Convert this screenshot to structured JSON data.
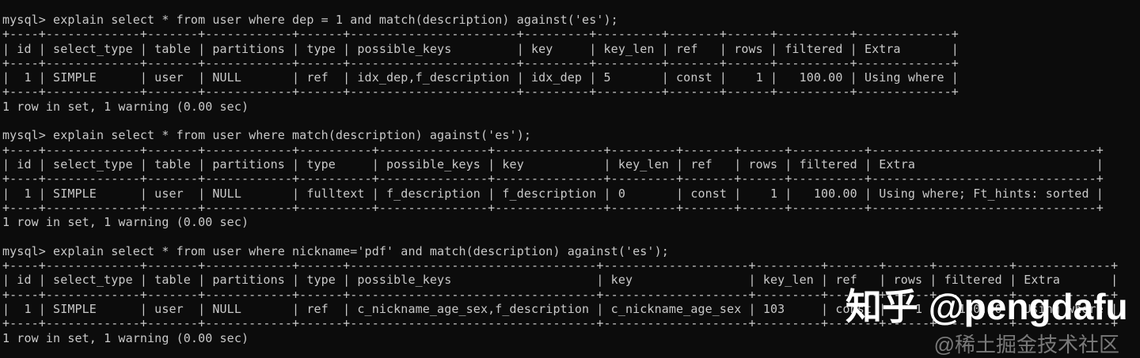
{
  "app": {
    "kind": "mysql-terminal",
    "background_color": "#0c0c0c",
    "text_color": "#c9c9c9",
    "watermark_color": "#ffffff",
    "watermark_secondary_color": "#999999"
  },
  "terminal": {
    "prompt": "mysql>",
    "blocks": [
      {
        "query": "explain select * from user where dep = 1 and match(description) against('es');",
        "columns": [
          "id",
          "select_type",
          "table",
          "partitions",
          "type",
          "possible_keys",
          "key",
          "key_len",
          "ref",
          "rows",
          "filtered",
          "Extra"
        ],
        "rows": [
          [
            "1",
            "SIMPLE",
            "user",
            "NULL",
            "ref",
            "idx_dep,f_description",
            "idx_dep",
            "5",
            "const",
            "1",
            "100.00",
            "Using where"
          ]
        ],
        "right_aligned_columns": [
          "id",
          "rows",
          "filtered"
        ],
        "footer": "1 row in set, 1 warning (0.00 sec)"
      },
      {
        "query": "explain select * from user where match(description) against('es');",
        "columns": [
          "id",
          "select_type",
          "table",
          "partitions",
          "type",
          "possible_keys",
          "key",
          "key_len",
          "ref",
          "rows",
          "filtered",
          "Extra"
        ],
        "rows": [
          [
            "1",
            "SIMPLE",
            "user",
            "NULL",
            "fulltext",
            "f_description",
            "f_description",
            "0",
            "const",
            "1",
            "100.00",
            "Using where; Ft_hints: sorted"
          ]
        ],
        "right_aligned_columns": [
          "id",
          "rows",
          "filtered"
        ],
        "footer": "1 row in set, 1 warning (0.00 sec)"
      },
      {
        "query": "explain select * from user where nickname='pdf' and match(description) against('es');",
        "columns": [
          "id",
          "select_type",
          "table",
          "partitions",
          "type",
          "possible_keys",
          "key",
          "key_len",
          "ref",
          "rows",
          "filtered",
          "Extra"
        ],
        "rows": [
          [
            "1",
            "SIMPLE",
            "user",
            "NULL",
            "ref",
            "c_nickname_age_sex,f_description",
            "c_nickname_age_sex",
            "103",
            "const",
            "1",
            "100.00",
            "Using where"
          ]
        ],
        "right_aligned_columns": [
          "id",
          "rows",
          "filtered"
        ],
        "footer": "1 row in set, 1 warning (0.00 sec)"
      }
    ]
  },
  "watermarks": {
    "zhihu": "知乎 @pengdafu",
    "juejin": "@稀土掘金技术社区"
  }
}
